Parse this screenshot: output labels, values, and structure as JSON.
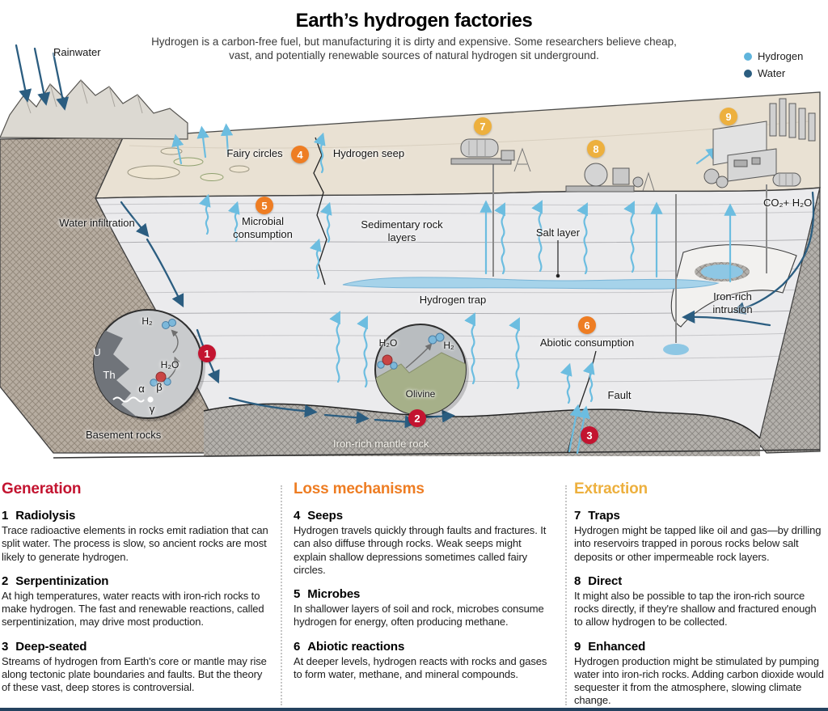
{
  "header": {
    "title": "Earth’s hydrogen factories",
    "subtitle_line1": "Hydrogen is a carbon-free fuel, but manufacturing it is dirty and expensive. Some researchers believe cheap,",
    "subtitle_line2": "vast, and potentially renewable sources of natural hydrogen sit underground.",
    "legend": {
      "items": [
        {
          "label": "Hydrogen",
          "color": "#5fb4dc"
        },
        {
          "label": "Water",
          "color": "#2b5d80"
        }
      ]
    }
  },
  "diagram": {
    "labels": {
      "rainwater": "Rainwater",
      "water_infiltration": "Water infiltration",
      "fairy_circles": "Fairy circles",
      "hydrogen_seep": "Hydrogen seep",
      "microbial_consumption": "Microbial consumption",
      "sedimentary_rock_layers": "Sedimentary rock layers",
      "salt_layer": "Salt layer",
      "hydrogen_trap": "Hydrogen trap",
      "iron_rich_intrusion": "Iron-rich intrusion",
      "abiotic_consumption": "Abiotic consumption",
      "fault": "Fault",
      "basement_rocks": "Basement rocks",
      "iron_rich_mantle_rock": "Iron-rich mantle rock",
      "co2_h2o": "CO₂+ H₂O",
      "olivine": "Olivine",
      "h2o": "H₂O",
      "h2": "H₂",
      "uranium": "U",
      "thorium": "Th",
      "alpha": "α",
      "beta": "β",
      "gamma": "γ"
    },
    "markers": {
      "m1": "1",
      "m2": "2",
      "m3": "3",
      "m4": "4",
      "m5": "5",
      "m6": "6",
      "m7": "7",
      "m8": "8",
      "m9": "9"
    },
    "marker_colors": {
      "generation": "#c31430",
      "loss": "#ee7d23",
      "extraction": "#edb03e"
    },
    "arrow_colors": {
      "hydrogen": "#6cbde0",
      "water": "#2b5d80"
    }
  },
  "sections": [
    {
      "heading": "Generation",
      "color": "#c31430",
      "items": [
        {
          "num": "1",
          "name": "Radiolysis",
          "body": "Trace radioactive elements in rocks emit radiation that can split water. The process is slow, so ancient rocks are most likely to generate hydrogen."
        },
        {
          "num": "2",
          "name": "Serpentinization",
          "body": "At high temperatures, water reacts with iron-rich rocks to make hydrogen. The fast and renewable reactions, called serpentinization, may drive most production."
        },
        {
          "num": "3",
          "name": "Deep-seated",
          "body": "Streams of hydrogen from Earth's core or mantle may rise along tectonic plate boundaries and faults. But the theory of these vast, deep stores is controversial."
        }
      ]
    },
    {
      "heading": "Loss mechanisms",
      "color": "#ee7d23",
      "items": [
        {
          "num": "4",
          "name": "Seeps",
          "body": "Hydrogen travels quickly through faults and fractures. It can also diffuse through rocks. Weak seeps might explain shallow depressions sometimes called fairy circles."
        },
        {
          "num": "5",
          "name": "Microbes",
          "body": "In shallower layers of soil and rock, microbes consume hydrogen for energy, often producing methane."
        },
        {
          "num": "6",
          "name": "Abiotic reactions",
          "body": "At deeper levels, hydrogen reacts with rocks and gases to form water, methane, and mineral compounds."
        }
      ]
    },
    {
      "heading": "Extraction",
      "color": "#edb03e",
      "items": [
        {
          "num": "7",
          "name": "Traps",
          "body": "Hydrogen might be tapped like oil and gas—by drilling into reservoirs trapped in porous rocks below salt deposits or other impermeable rock layers."
        },
        {
          "num": "8",
          "name": "Direct",
          "body": "It might also be possible to tap the iron-rich source rocks directly, if they're shallow and fractured enough to allow hydrogen to be collected."
        },
        {
          "num": "9",
          "name": "Enhanced",
          "body": "Hydrogen production might be stimulated by pumping water into iron-rich rocks. Adding carbon dioxide would sequester it from the atmosphere, slowing climate change."
        }
      ]
    }
  ]
}
